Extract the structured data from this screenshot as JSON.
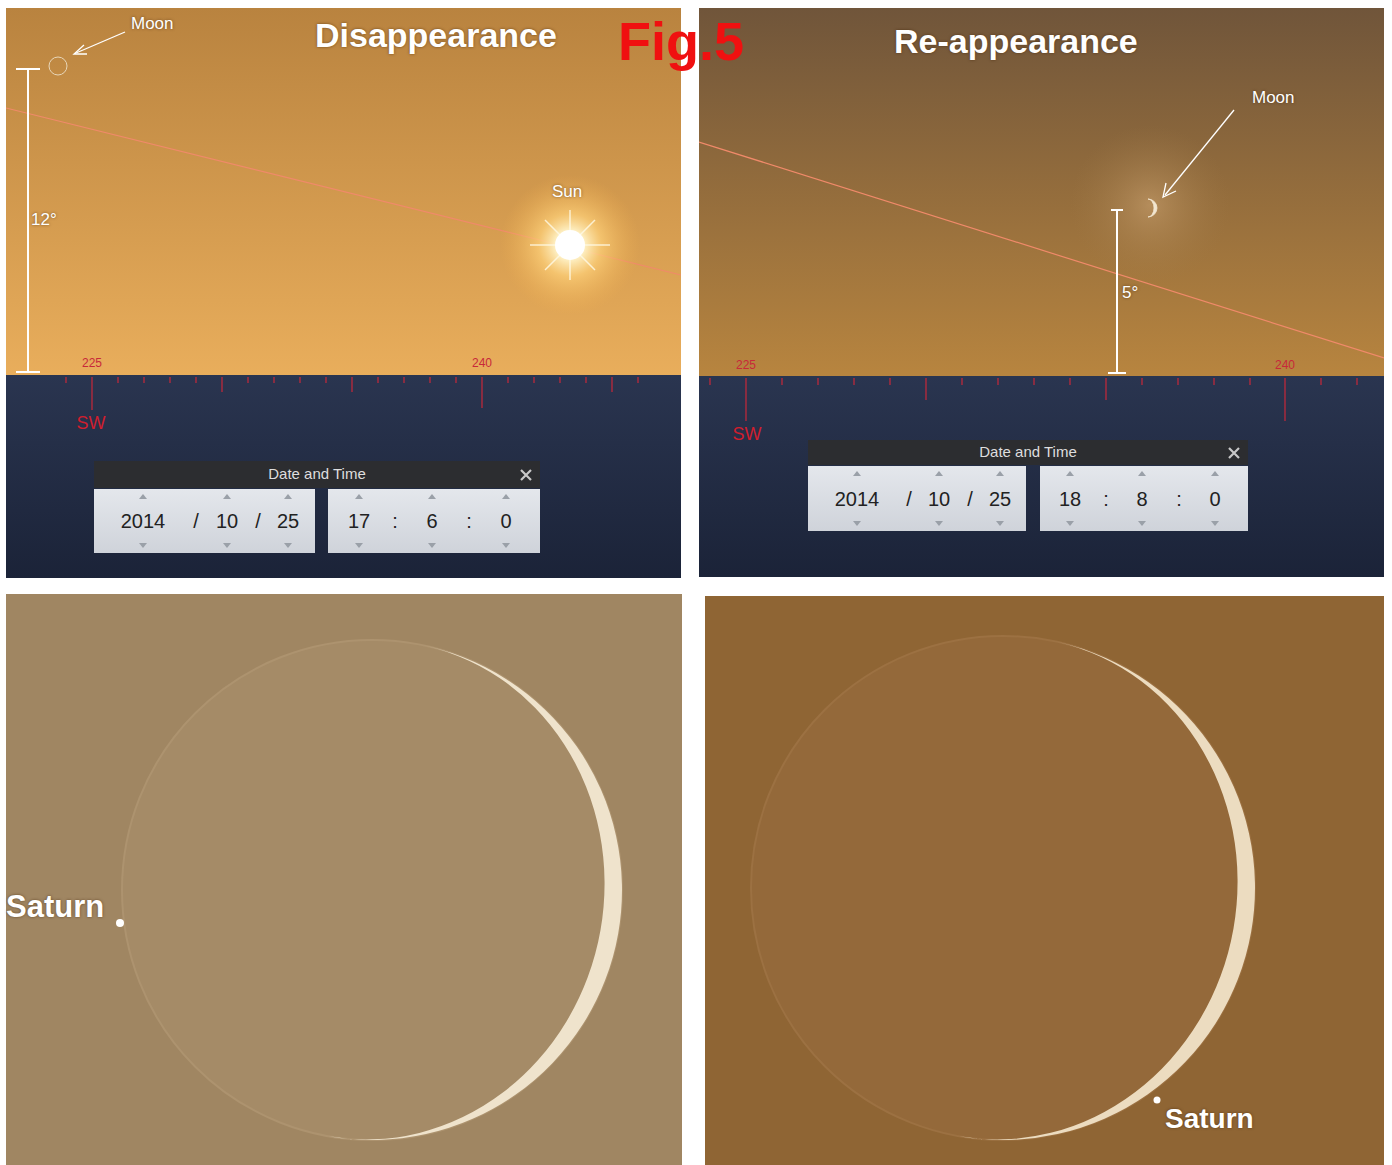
{
  "diagram": {
    "title": "Fig.5",
    "nodes": [
      {
        "text": [
          "Date and Time"
        ]
      },
      {
        "text": [
          "2014",
          "/",
          "10",
          "/",
          "25"
        ],
        "in": 0
      },
      {
        "text": [
          "17",
          ":",
          "6",
          ":",
          "0"
        ],
        "in": 0
      },
      {
        "text": [
          "Date and Time"
        ]
      },
      {
        "text": [
          "2014",
          "/",
          "10",
          "/",
          "25"
        ],
        "in": 3
      },
      {
        "text": [
          "18",
          ":",
          "8",
          ":",
          "0"
        ],
        "in": 3
      }
    ],
    "labels": [
      "Disappearance",
      "Re-appearance",
      "Moon",
      "12°",
      "Sun",
      "225",
      "240",
      "SW",
      "Moon",
      "5°",
      "225",
      "240",
      "SW",
      "Saturn",
      "Saturn"
    ]
  }
}
